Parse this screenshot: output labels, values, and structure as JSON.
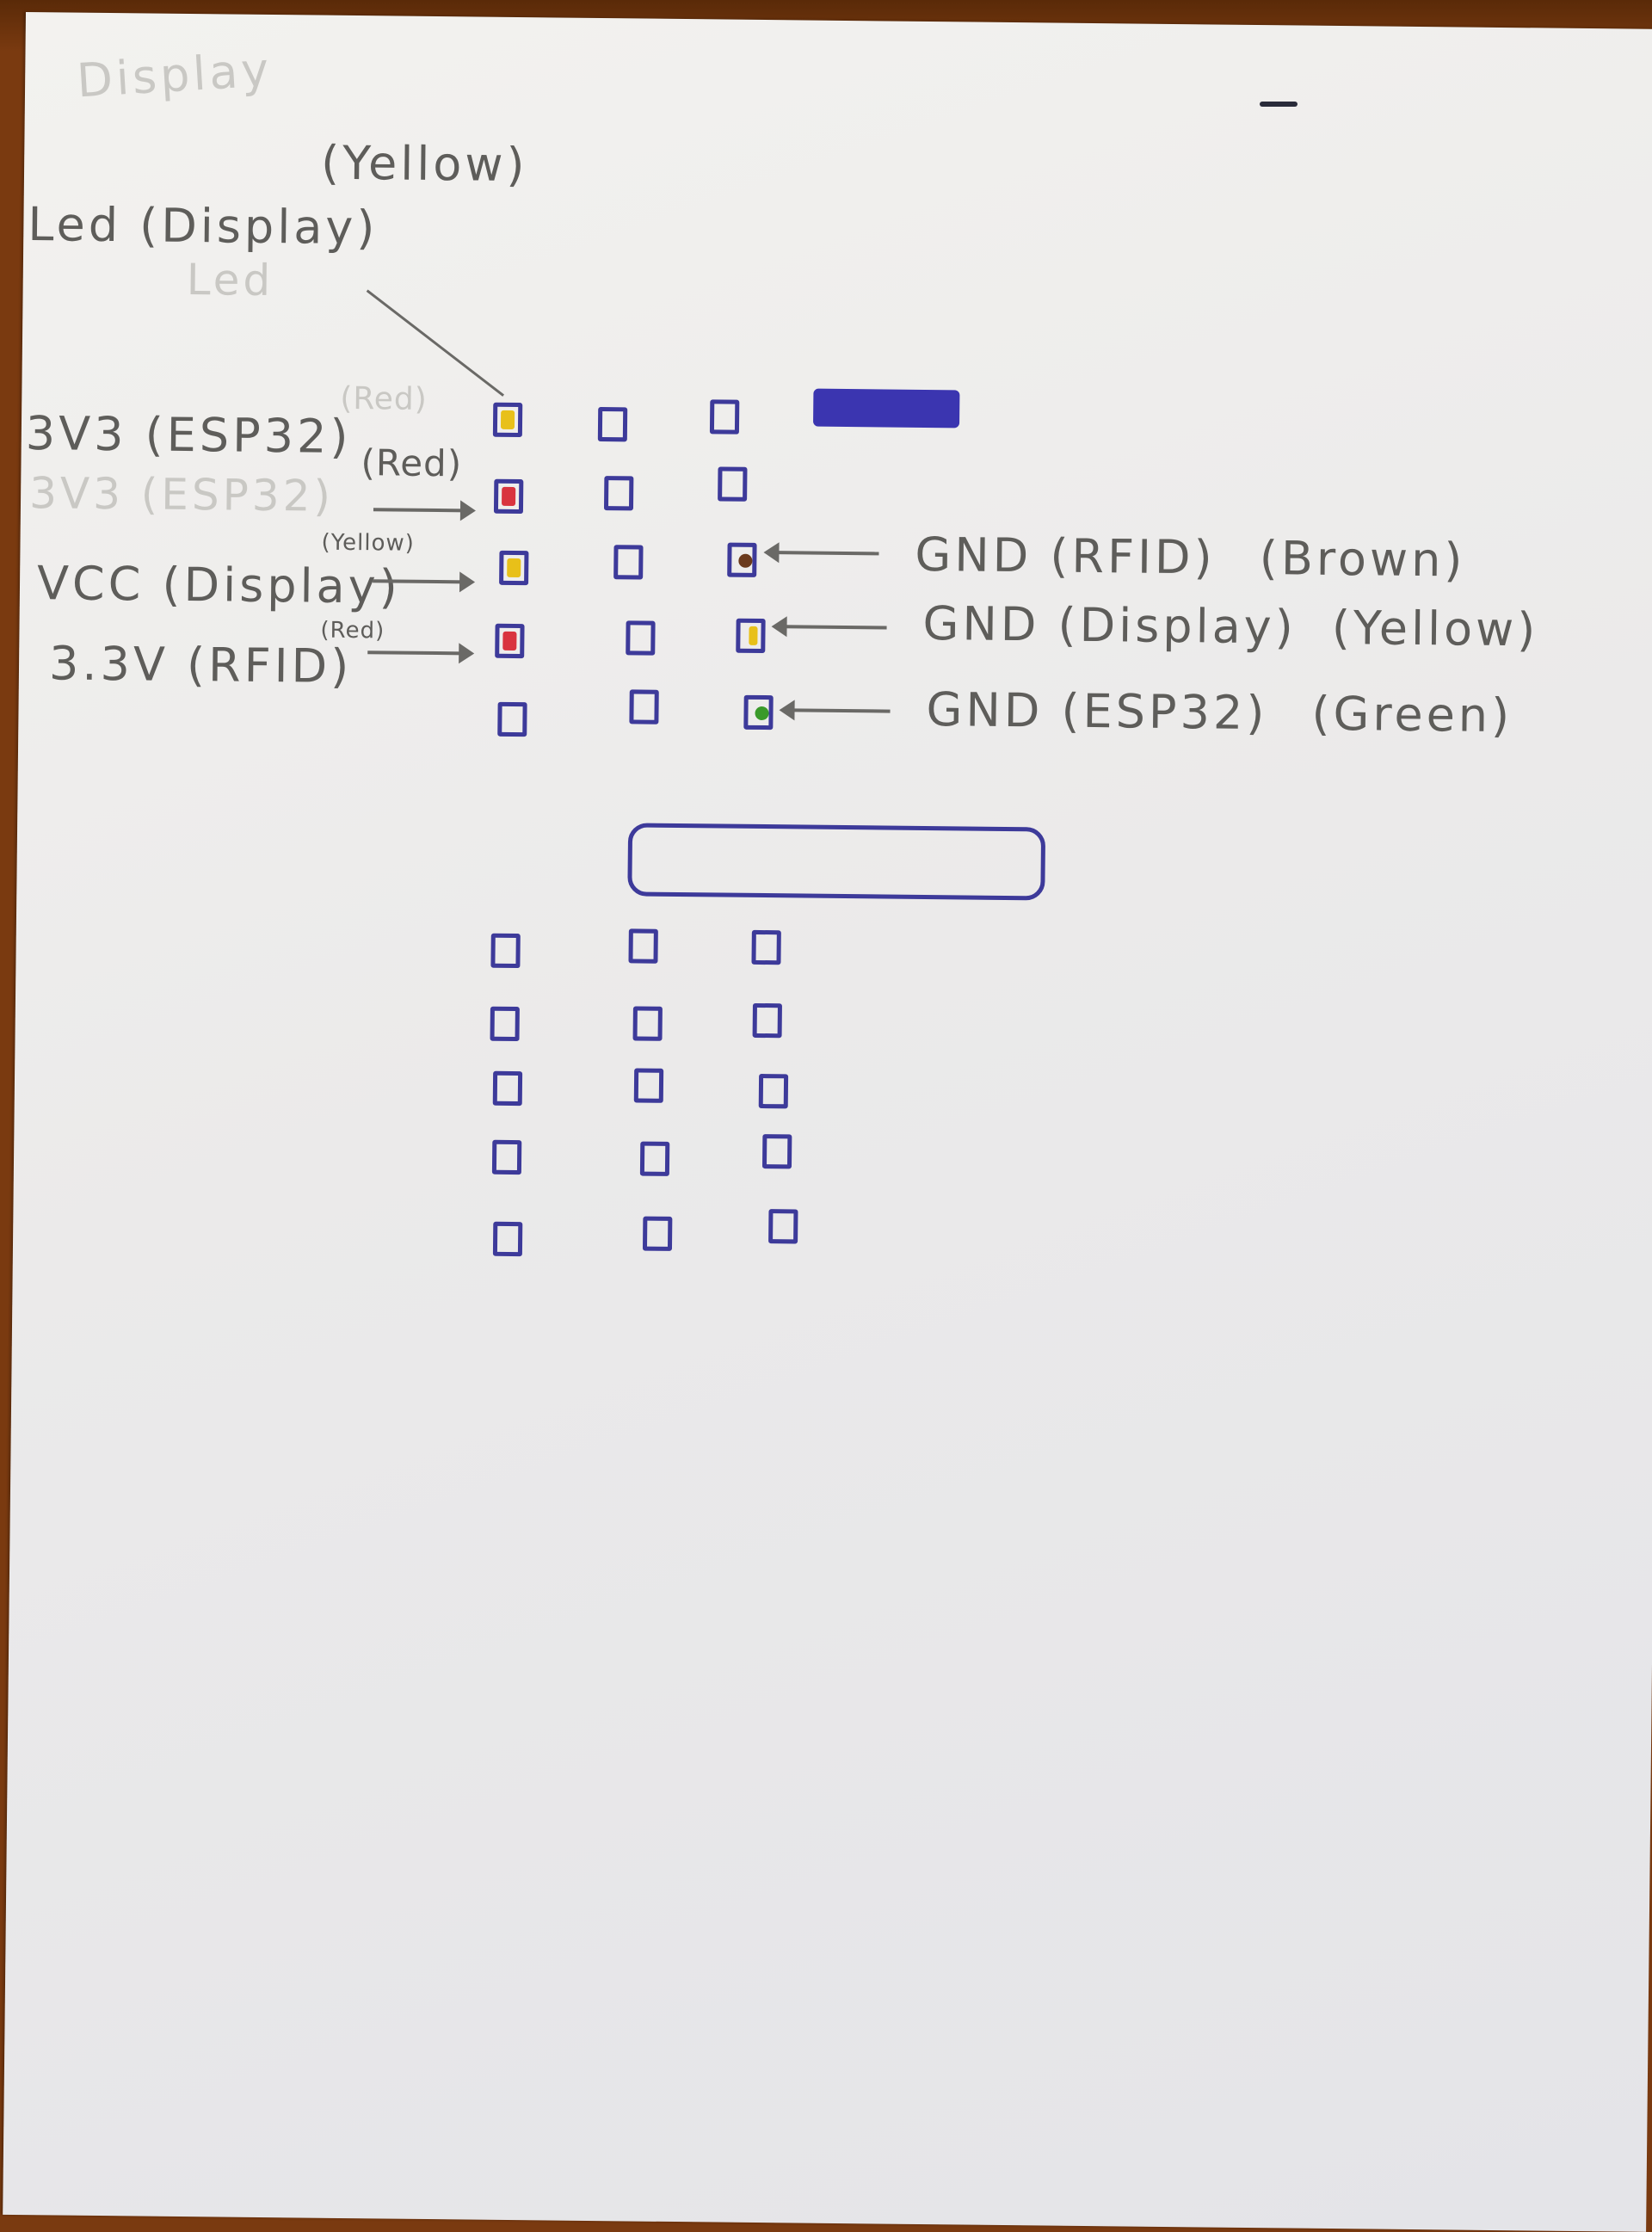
{
  "diagram": {
    "type": "hand-drawn pin wiring diagram",
    "faint_erased_text": [
      "Display",
      "Led",
      "3V3 (ESP32)",
      "(Red)"
    ],
    "top_annotation": {
      "label": "Led (Display)",
      "wire_color": "(Yellow)"
    },
    "left_labels": [
      {
        "label": "3V3 (ESP32)",
        "wire_color": "(Red)"
      },
      {
        "label": "VCC (Display)",
        "wire_color": "(Yellow)"
      },
      {
        "label": "3.3V (RFID)",
        "wire_color": "(Red)"
      }
    ],
    "right_labels": [
      {
        "label": "GND (RFID)",
        "wire_color": "(Brown)"
      },
      {
        "label": "GND (Display)",
        "wire_color": "(Yellow)"
      },
      {
        "label": "GND (ESP32)",
        "wire_color": "(Green)"
      }
    ],
    "upper_header": {
      "columns": 3,
      "rows": 5,
      "pins": [
        [
          "yellow",
          "empty",
          "empty"
        ],
        [
          "red",
          "empty",
          "empty"
        ],
        [
          "yellow",
          "empty",
          "brown"
        ],
        [
          "red",
          "empty",
          "yellow"
        ],
        [
          "empty",
          "empty",
          "green"
        ]
      ]
    },
    "lower_header": {
      "columns": 3,
      "rows": 5,
      "pins": [
        [
          "empty",
          "empty",
          "empty"
        ],
        [
          "empty",
          "empty",
          "empty"
        ],
        [
          "empty",
          "empty",
          "empty"
        ],
        [
          "empty",
          "empty",
          "empty"
        ],
        [
          "empty",
          "empty",
          "empty"
        ]
      ]
    },
    "components": {
      "filled_bar": "blue filled rectangle (top right of upper header)",
      "outline_bar": "blue outlined rounded rectangle (above lower header)"
    },
    "colors": {
      "ink_blue": "#3d3a9a",
      "pencil_gray": "#5e5d5a",
      "red": "#d9343f",
      "yellow": "#e8c019",
      "brown": "#6b3a1c",
      "green": "#3a9a2a",
      "paper": "#eeedea",
      "table": "#7a3a10"
    }
  }
}
